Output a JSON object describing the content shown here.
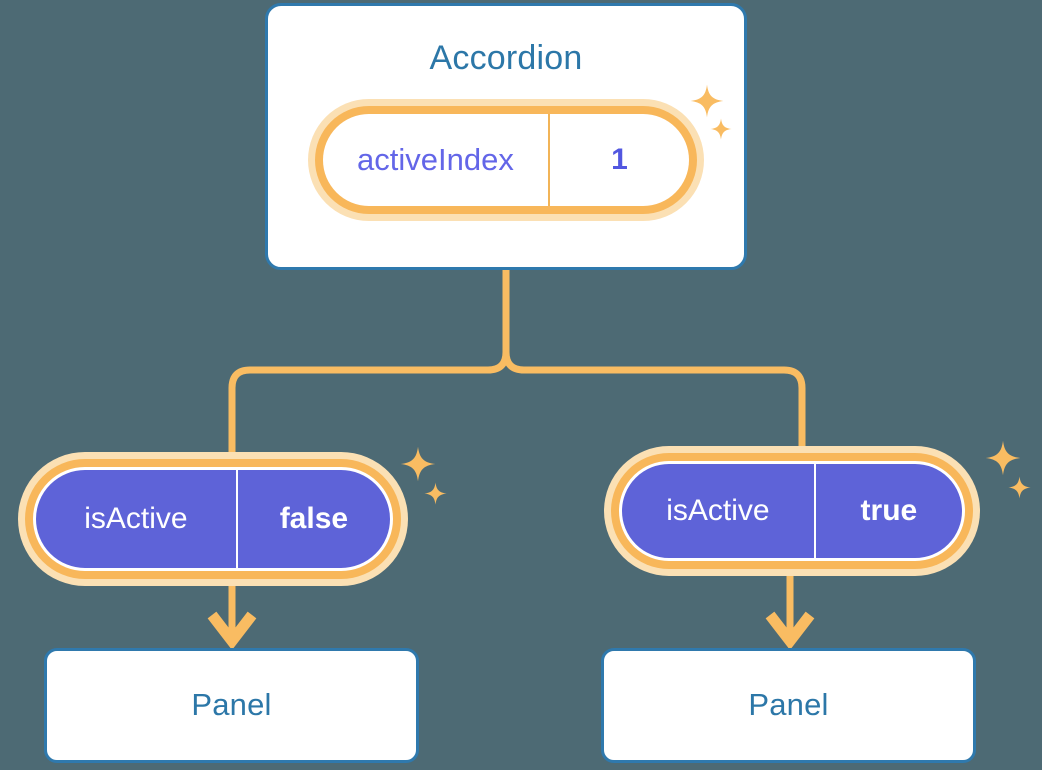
{
  "theme": {
    "background": "#4d6a74",
    "card_border": "#2f79ad",
    "card_bg": "#ffffff",
    "title_text": "#2c77a8",
    "pill_glow": "#fbe0b4",
    "pill_ring": "#f8b75a",
    "pill_purple": "#5e63d8",
    "pill_white_key_text": "#6366e8",
    "pill_white_value_text": "#5257e0",
    "pill_purple_text": "#ffffff",
    "connector": "#f9bc62",
    "sparkle": "#f9bc62"
  },
  "root": {
    "title": "Accordion",
    "state": {
      "key": "activeIndex",
      "value": "1"
    }
  },
  "children": [
    {
      "state": {
        "key": "isActive",
        "value": "false"
      },
      "panel": {
        "title": "Panel"
      }
    },
    {
      "state": {
        "key": "isActive",
        "value": "true"
      },
      "panel": {
        "title": "Panel"
      }
    }
  ],
  "icons": {
    "sparkle_large": "sparkle-icon",
    "sparkle_small": "sparkle-icon"
  }
}
